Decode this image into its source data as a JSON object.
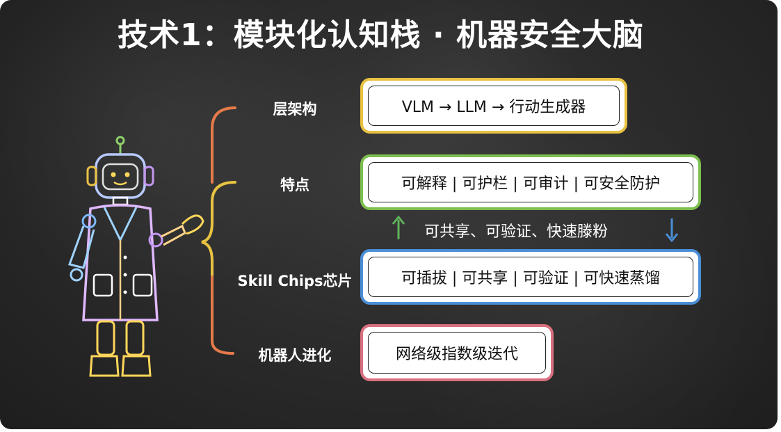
{
  "title": "技术1：模块化认知栈 · 机器安全大脑",
  "rows": [
    {
      "label": "层架构",
      "content": "VLM → LLM → 行动生成器",
      "color": "#e8c242"
    },
    {
      "label": "特点",
      "content": "可解释 | 可护栏 | 可审计 | 可安全防护",
      "color": "#7cbf4f"
    },
    {
      "label": "Skill Chips芯片",
      "content": "可插拔 | 可共享 | 可验证 | 可快速蒸馏",
      "color": "#4a8ed6"
    },
    {
      "label": "机器人进化",
      "content": "网络级指数级迭代",
      "color": "#d9707f"
    }
  ],
  "middle_text": "可共享、可验证、快速滕粉",
  "colors": {
    "up_arrow": "#5fb35a",
    "down_arrow": "#4a8ed6",
    "brace_orange": "#e57a4a",
    "brace_yellow": "#e8c242"
  }
}
